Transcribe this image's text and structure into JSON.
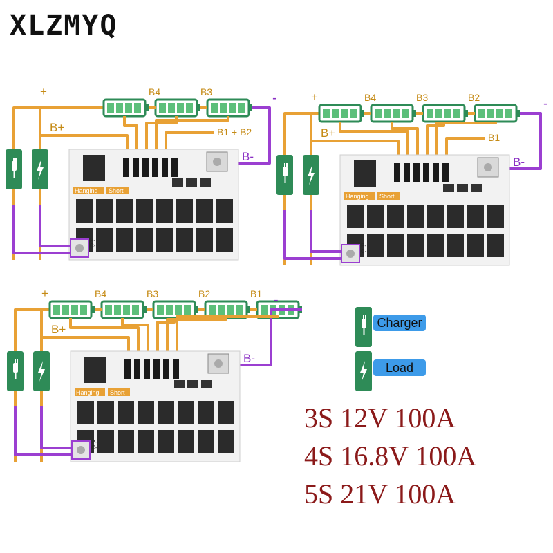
{
  "brand": "XLZMYQ",
  "colors": {
    "wire_orange": "#e8a135",
    "wire_purple": "#9b3fd1",
    "cell_green": "#2e8b57",
    "cell_fill": "#5cbf7a",
    "label_orange": "#c58a14",
    "label_purple": "#8a2fc4",
    "board": "#f2f2f2",
    "mosfet": "#2b2b2b",
    "legend_blue": "#3d9be9",
    "spec_red": "#8b1a1a"
  },
  "icons": {
    "charger": "plug-icon",
    "load": "lightning-icon"
  },
  "diagrams": [
    {
      "id": "3s",
      "plus_label": "+",
      "minus_label": "-",
      "bplus_label": "B+",
      "bminus_label": "B-",
      "cell_labels": [
        "B4",
        "B3"
      ],
      "tap_label": "B1 + B2",
      "board_labels": [
        "Hanging",
        "Short"
      ],
      "pad_labels": [
        "P-",
        "C-"
      ]
    },
    {
      "id": "4s",
      "plus_label": "+",
      "minus_label": "-",
      "bplus_label": "B+",
      "bminus_label": "B-",
      "cell_labels": [
        "B4",
        "B3",
        "B2"
      ],
      "tap_label": "B1",
      "board_labels": [
        "Hanging",
        "Short"
      ],
      "pad_labels": [
        "P-",
        "C-"
      ]
    },
    {
      "id": "5s",
      "plus_label": "+",
      "minus_label": "-",
      "bplus_label": "B+",
      "bminus_label": "B-",
      "cell_labels": [
        "B4",
        "B3",
        "B2",
        "B1"
      ],
      "tap_label": "",
      "board_labels": [
        "Hanging",
        "Short"
      ],
      "pad_labels": [
        "P-",
        "C-"
      ]
    }
  ],
  "legend": {
    "charger_label": "Charger",
    "load_label": "Load"
  },
  "specs": [
    "3S 12V 100A",
    "4S 16.8V 100A",
    "5S 21V 100A"
  ]
}
